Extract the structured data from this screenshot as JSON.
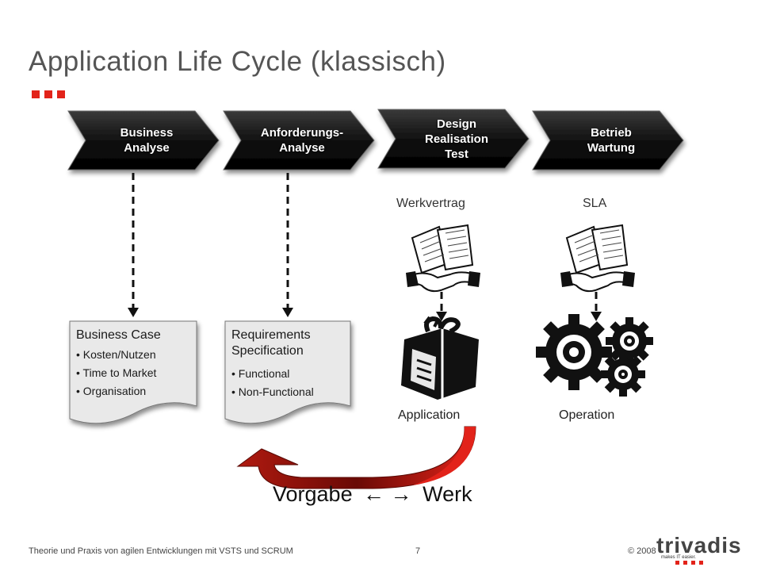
{
  "title": "Application Life Cycle (klassisch)",
  "accent_color": "#e2231a",
  "phases": [
    {
      "label": "Business\nAnalyse"
    },
    {
      "label": "Anforderungs-\nAnalyse"
    },
    {
      "label": "Design\nRealisation\nTest"
    },
    {
      "label": "Betrieb\nWartung"
    }
  ],
  "contracts": [
    "Werkvertrag",
    "SLA"
  ],
  "documents": [
    {
      "title": "Business Case",
      "items": [
        "Kosten/Nutzen",
        "Time to Market",
        "Organisation"
      ]
    },
    {
      "title": "Requirements Specification",
      "items": [
        "Functional",
        "Non-Functional"
      ]
    }
  ],
  "deliverables": [
    "Application",
    "Operation"
  ],
  "icons": [
    "contract-handshake-icon",
    "gift-box-icon",
    "gears-icon",
    "curved-arrow-icon"
  ],
  "relation": {
    "left": "Vorgabe",
    "arrows": "← →",
    "right": "Werk"
  },
  "footer": {
    "course": "Theorie und Praxis von agilen Entwicklungen mit VSTS und SCRUM",
    "page": "7",
    "copyright": "© 2008",
    "logo": "trivadis",
    "tagline": "makes IT easier."
  }
}
